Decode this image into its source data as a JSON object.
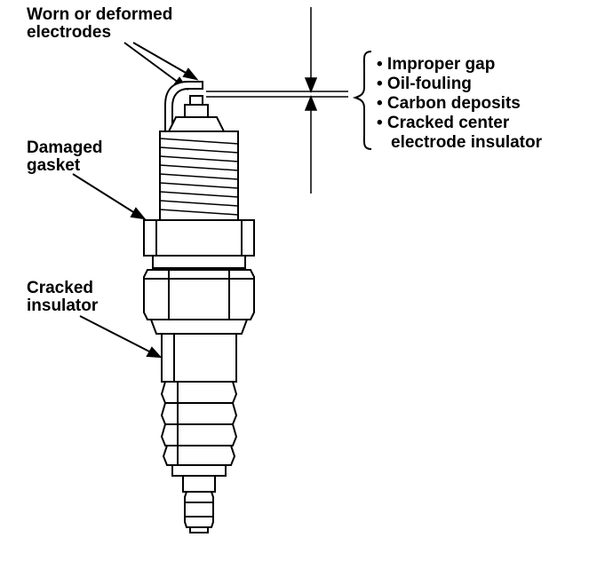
{
  "labels": {
    "electrodes_line1": "Worn or deformed",
    "electrodes_line2": "electrodes",
    "gasket_line1": "Damaged",
    "gasket_line2": "gasket",
    "insulator_line1": "Cracked",
    "insulator_line2": "insulator"
  },
  "checklist": [
    "• Improper gap",
    "• Oil-fouling",
    "• Carbon deposits",
    "• Cracked center",
    "electrode insulator"
  ]
}
